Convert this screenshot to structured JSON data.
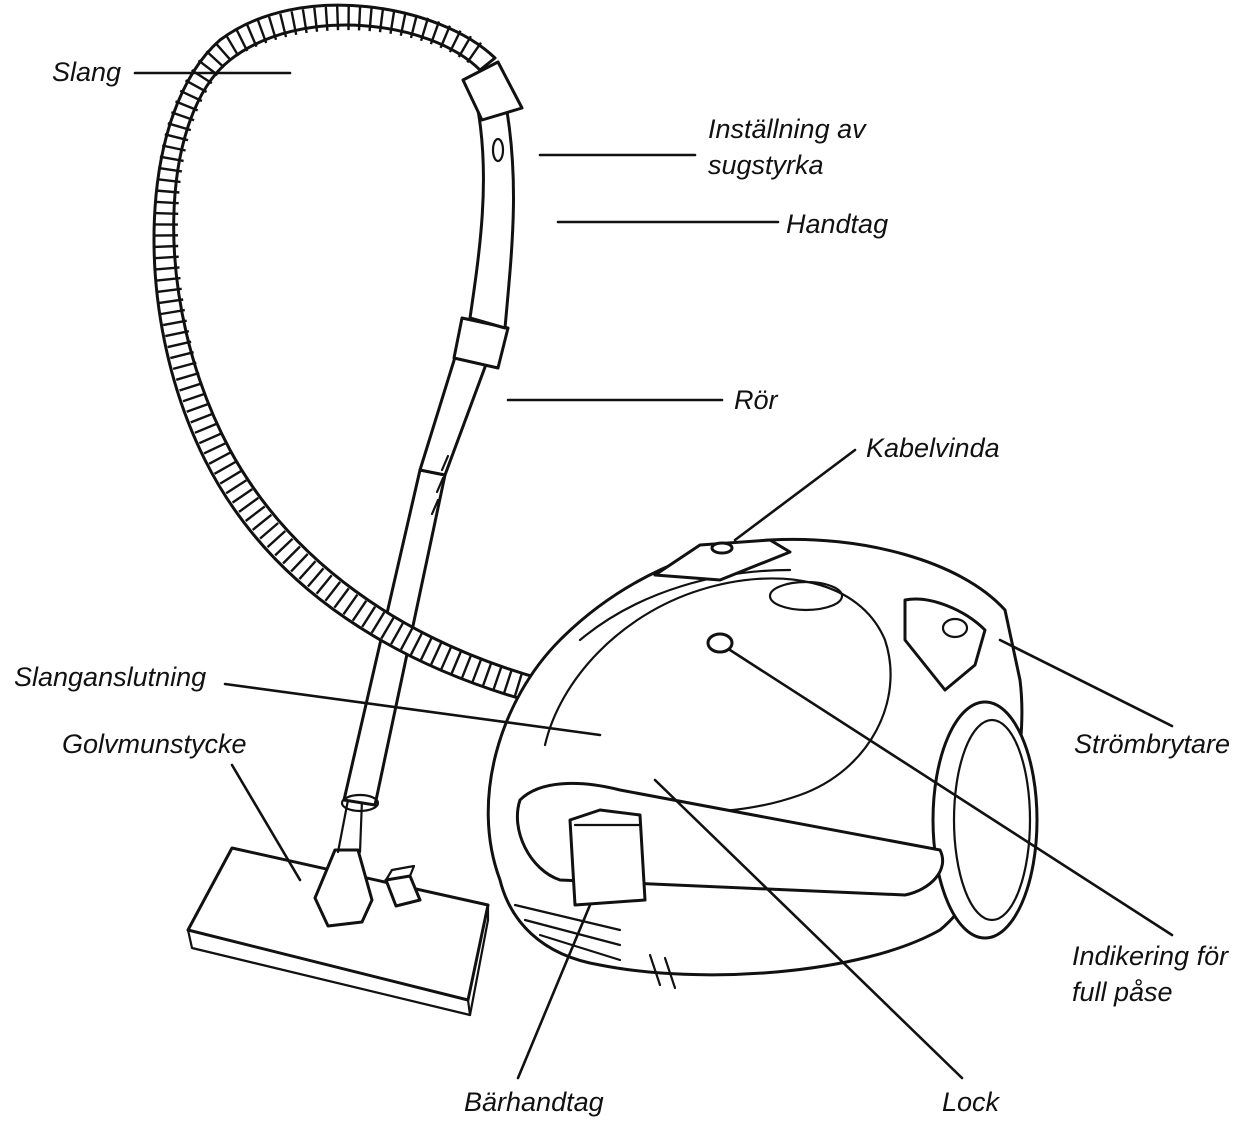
{
  "labels": {
    "hose": "Slang",
    "suction_setting": "Inställning av sugstyrka",
    "handle": "Handtag",
    "tube": "Rör",
    "cord_reel": "Kabelvinda",
    "hose_connection": "Slanganslutning",
    "floor_nozzle": "Golvmunstycke",
    "power_switch": "Strömbrytare",
    "bag_full_indicator": "Indikering för full påse",
    "carry_handle": "Bärhandtag",
    "lid": "Lock"
  },
  "colors": {
    "ink": "#111111",
    "background": "#ffffff"
  }
}
